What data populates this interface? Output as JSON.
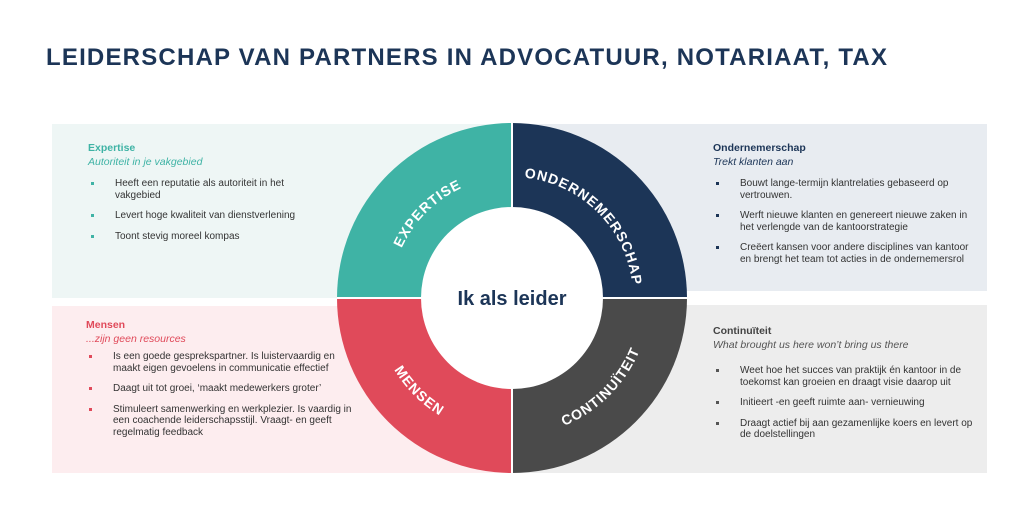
{
  "title": "LEIDERSCHAP VAN PARTNERS IN ADVOCATUUR, NOTARIAAT, TAX",
  "wheel": {
    "center_label": "Ik als leider",
    "segments": [
      {
        "label": "EXPERTISE",
        "color": "#3fb3a5"
      },
      {
        "label": "ONDERNEMERSCHAP",
        "color": "#1c3557"
      },
      {
        "label": "CONTINUÏTEIT",
        "color": "#4a4a4a"
      },
      {
        "label": "MENSEN",
        "color": "#e04a5a"
      }
    ]
  },
  "panels": {
    "expertise": {
      "heading": "Expertise",
      "subtitle": "Autoriteit in je vakgebied",
      "items": [
        "Heeft een reputatie als autoriteit in het vakgebied",
        "Levert hoge kwaliteit van dienstverlening",
        "Toont stevig moreel kompas"
      ]
    },
    "mensen": {
      "heading": "Mensen",
      "subtitle": "...zijn geen resources",
      "items": [
        "Is een goede gesprekspartner. Is luistervaardig en maakt eigen gevoelens in communicatie effectief",
        "Daagt uit tot groei, ‘maakt medewerkers groter’",
        "Stimuleert samenwerking en werkplezier. Is vaardig in een coachende leiderschapsstijl. Vraagt- en geeft regelmatig feedback"
      ]
    },
    "ondernemerschap": {
      "heading": "Ondernemerschap",
      "subtitle": "Trekt klanten aan",
      "items": [
        "Bouwt lange-termijn klantrelaties gebaseerd op vertrouwen.",
        "Werft nieuwe klanten en genereert nieuwe zaken in het verlengde van de kantoorstrategie",
        "Creëert kansen voor andere disciplines van kantoor en brengt het team tot acties in de ondernemersrol"
      ]
    },
    "continuiteit": {
      "heading": "Continuïteit",
      "subtitle": "What brought us here won’t bring us there",
      "items": [
        "Weet hoe het succes van praktijk én kantoor in de toekomst kan groeien en draagt visie daarop uit",
        "Initieert -en geeft ruimte aan- vernieuwing",
        "Draagt actief bij aan gezamenlijke koers en levert op de doelstellingen"
      ]
    }
  }
}
